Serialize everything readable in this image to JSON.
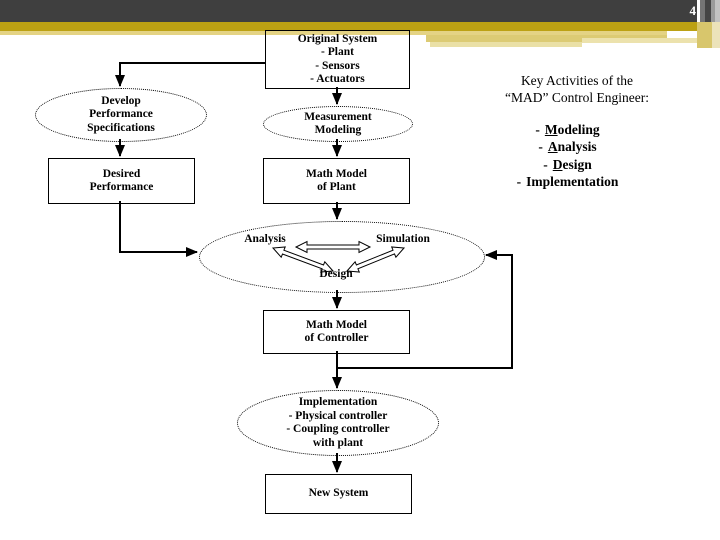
{
  "slide": {
    "number": "4"
  },
  "flowchart": {
    "original_system": "Original System\n- Plant\n- Sensors\n- Actuators",
    "develop_specs": "Develop\nPerformance\nSpecifications",
    "measurement_modeling": "Measurement\nModeling",
    "desired_performance": "Desired\nPerformance",
    "math_model_plant": "Math Model\nof Plant",
    "analysis": "Analysis",
    "simulation": "Simulation",
    "design": "Design",
    "math_model_controller": "Math Model\nof Controller",
    "implementation": "Implementation\n- Physical controller\n- Coupling controller\nwith plant",
    "new_system": "New System"
  },
  "key_activities": {
    "heading_line1": "Key Activities of the",
    "heading_line2": "“MAD” Control Engineer:",
    "items": [
      {
        "bullet": "-",
        "lead": "M",
        "rest": "odeling",
        "underline": true
      },
      {
        "bullet": "-",
        "lead": "A",
        "rest": "nalysis",
        "underline": true
      },
      {
        "bullet": "-",
        "lead": "D",
        "rest": "esign",
        "underline": true
      },
      {
        "bullet": "-",
        "lead": "I",
        "rest": "mplementation",
        "underline": false
      }
    ]
  },
  "colors": {
    "banner_dark": "#3f3f3f",
    "banner_gold": "#bca113",
    "banner_light_gold": "#e4d384"
  }
}
